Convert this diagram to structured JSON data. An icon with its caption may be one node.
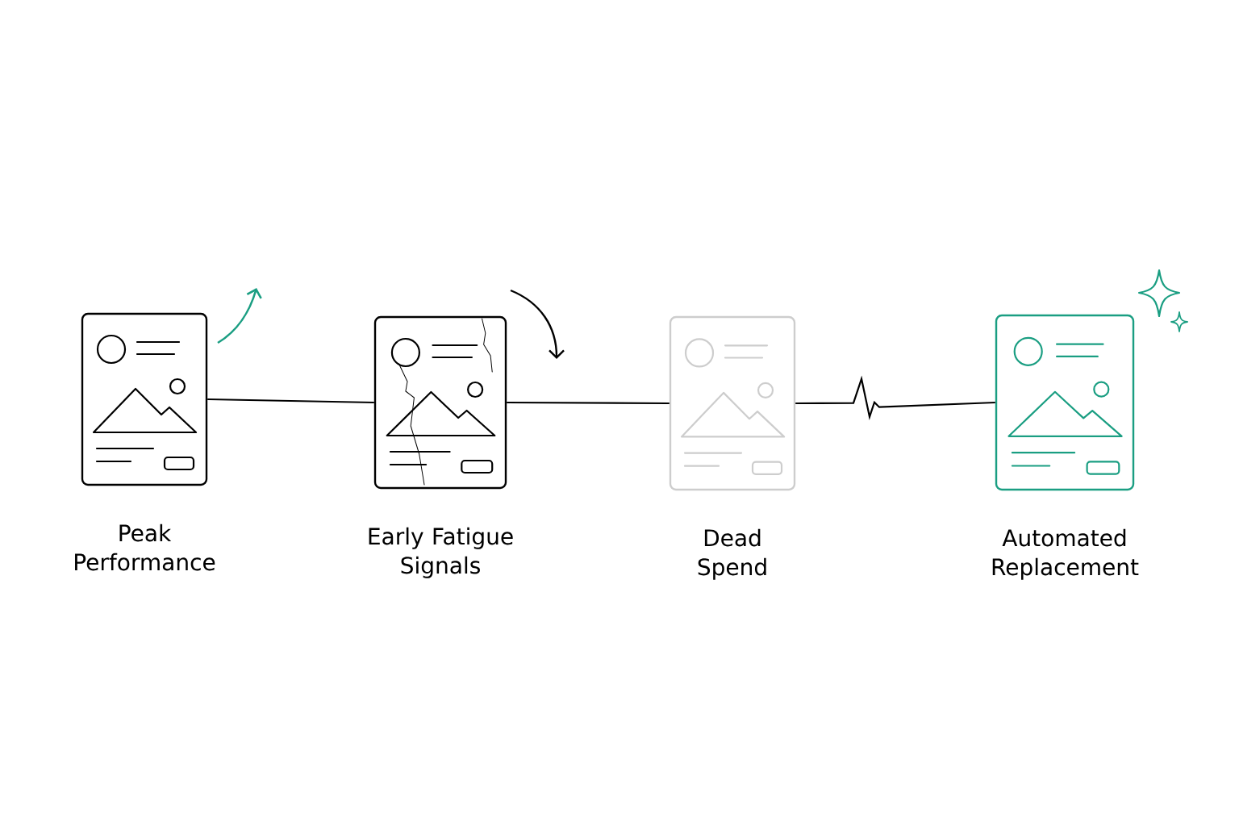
{
  "diagram": {
    "nodes": [
      {
        "text": [
          "Peak Performance"
        ]
      },
      {
        "text": [
          "Early Fatigue Signals"
        ]
      },
      {
        "text": [
          "Dead Spend"
        ]
      },
      {
        "text": [
          "Automated Replacement"
        ]
      }
    ],
    "edges": [
      {
        "from": 0,
        "to": 1,
        "arrow": "none"
      },
      {
        "from": 1,
        "to": 2,
        "arrow": "none"
      },
      {
        "from": 2,
        "to": 3,
        "arrow": "none"
      }
    ]
  }
}
